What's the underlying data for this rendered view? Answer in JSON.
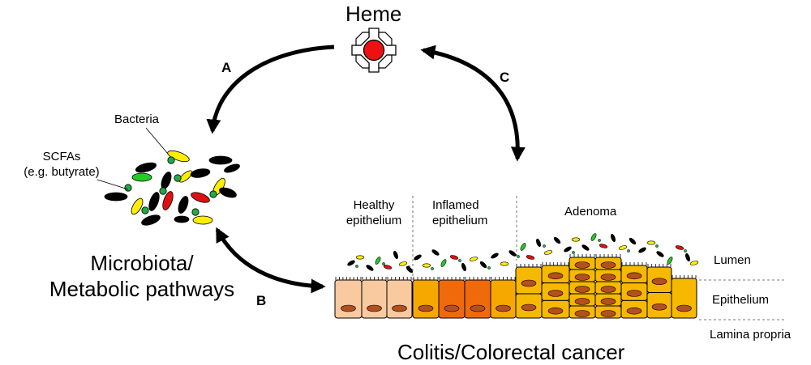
{
  "title": "Heme",
  "arrows": {
    "a": "A",
    "b": "B",
    "c": "C"
  },
  "microbiota": {
    "bacteria_label": "Bacteria",
    "scfa_label_line1": "SCFAs",
    "scfa_label_line2": "(e.g. butyrate)",
    "caption_line1": "Microbiota/",
    "caption_line2": "Metabolic pathways"
  },
  "epithelium": {
    "healthy_line1": "Healthy",
    "healthy_line2": "epithelium",
    "inflamed_line1": "Inflamed",
    "inflamed_line2": "epithelium",
    "adenoma": "Adenoma",
    "lumen": "Lumen",
    "epithelium_layer": "Epithelium",
    "lamina_propria": "Lamina propria",
    "caption": "Colitis/Colorectal cancer"
  },
  "colors": {
    "heme_core": "#ee1111",
    "bacteria_black": "#000000",
    "bacteria_yellow": "#ffee00",
    "bacteria_green": "#22cc22",
    "bacteria_red": "#dd1111",
    "scfa_dot": "#22aa44",
    "healthy_cell": "#f9c9a0",
    "inflamed_cell": "#f7a800",
    "inflamed_cell_dark": "#f06a0c",
    "adenoma_cell": "#f7b800",
    "nucleus": "#b4501e"
  }
}
